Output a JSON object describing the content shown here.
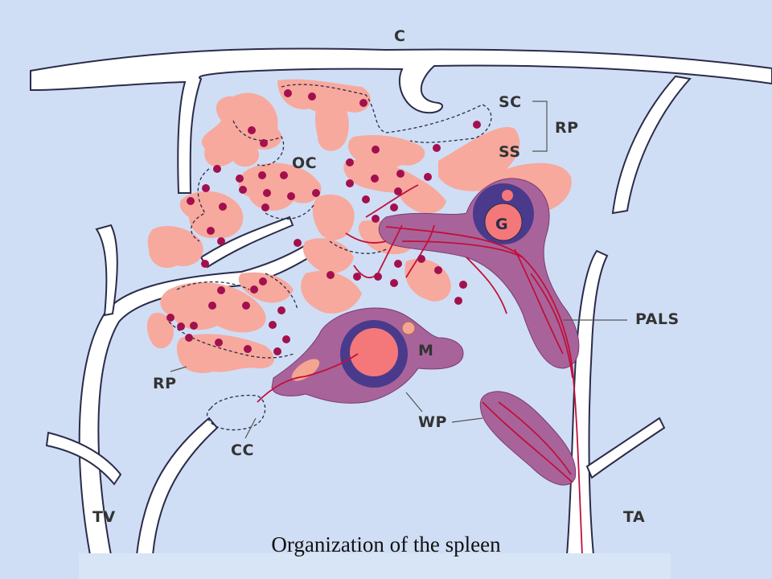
{
  "labels": {
    "capsule": "C",
    "splenic_cord": "SC",
    "splenic_sinus": "SS",
    "red_pulp_top": "RP",
    "open_circulation": "OC",
    "germinal_center": "G",
    "pals": "PALS",
    "marginal_zone": "M",
    "white_pulp": "WP",
    "red_pulp_left": "RP",
    "closed_circulation": "CC",
    "trabecular_vein": "TV",
    "trabecular_artery": "TA"
  },
  "caption": "Organization of the spleen",
  "colors": {
    "background": "#cfdef5",
    "vessel_fill": "#ffffff",
    "vessel_stroke": "#2b2b4a",
    "red_pulp": "#f7a99d",
    "white_pulp": "#a8649a",
    "germinal_dark": "#4a3a8c",
    "germinal_core": "#f4787a",
    "dot": "#a3104e",
    "artery": "#c0103a"
  }
}
